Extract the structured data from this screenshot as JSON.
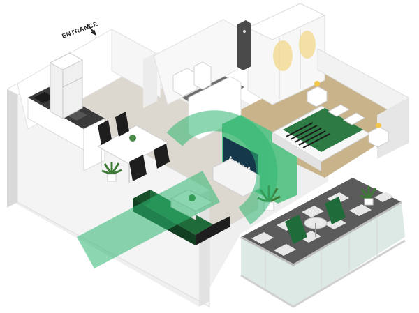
{
  "labels": {
    "entrance": "ENTRANCE",
    "tv_screen_text": "bayut"
  },
  "icons": {
    "entrance_arrow": "arrow-down-left-icon",
    "watermark": "bayut-logo-watermark"
  },
  "colors": {
    "wall": "#ffffff",
    "wall_shade": "#e4e4e4",
    "floor_tile": "#ddd8cf",
    "floor_wood": "#c9b38a",
    "green_accent": "#1f6b3a",
    "glass": "#cfe0da",
    "watermark_green": "#2fb872"
  }
}
